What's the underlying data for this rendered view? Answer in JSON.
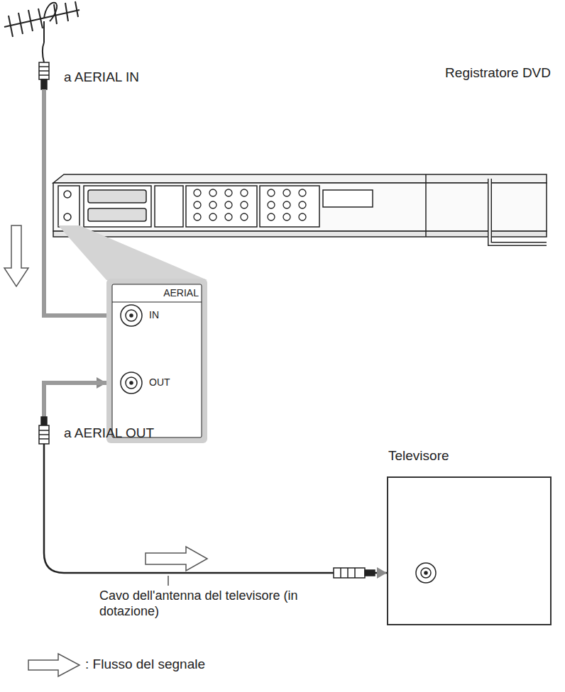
{
  "diagram": {
    "nodes": [
      {
        "text": [
          "Registratore DVD"
        ]
      },
      {
        "text": [
          "AERIAL",
          "IN",
          "OUT"
        ]
      },
      {
        "text": [
          "Televisore"
        ]
      }
    ],
    "edges": [
      {
        "from": 1,
        "to": 2,
        "arrow": "both"
      }
    ],
    "labels": [
      "a AERIAL IN",
      "a AERIAL OUT",
      "Cavo dell'antenna del televisore (in dotazione)"
    ],
    "legend": [
      {
        "text": ": Flusso del segnale"
      }
    ]
  }
}
